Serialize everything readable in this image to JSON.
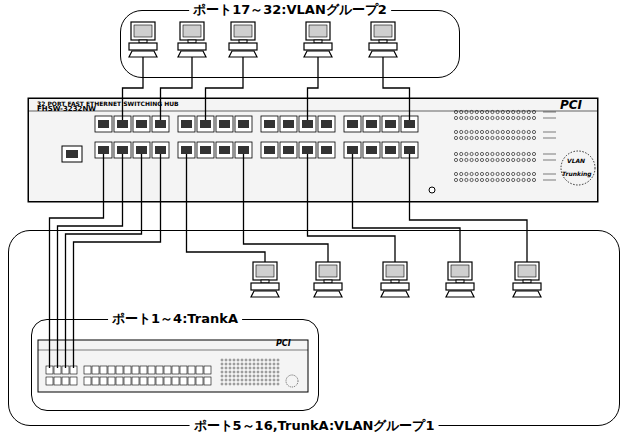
{
  "diagram": {
    "nodes": [
      {
        "text": [
          "ポート17～32:VLANグループ2"
        ]
      },
      {
        "text": [
          "ポート5～16,TrunkA:VLANグループ1"
        ]
      },
      {
        "text": [
          "ポート1～4:TrankA"
        ],
        "in": 1
      },
      {
        "text": [
          "32 PORT FAST ETHERNET SWITCHING HUB",
          "FHSW-3232NW"
        ]
      }
    ],
    "labels": [
      "PCI",
      "VLAN",
      "Trunking",
      "PCI"
    ]
  }
}
